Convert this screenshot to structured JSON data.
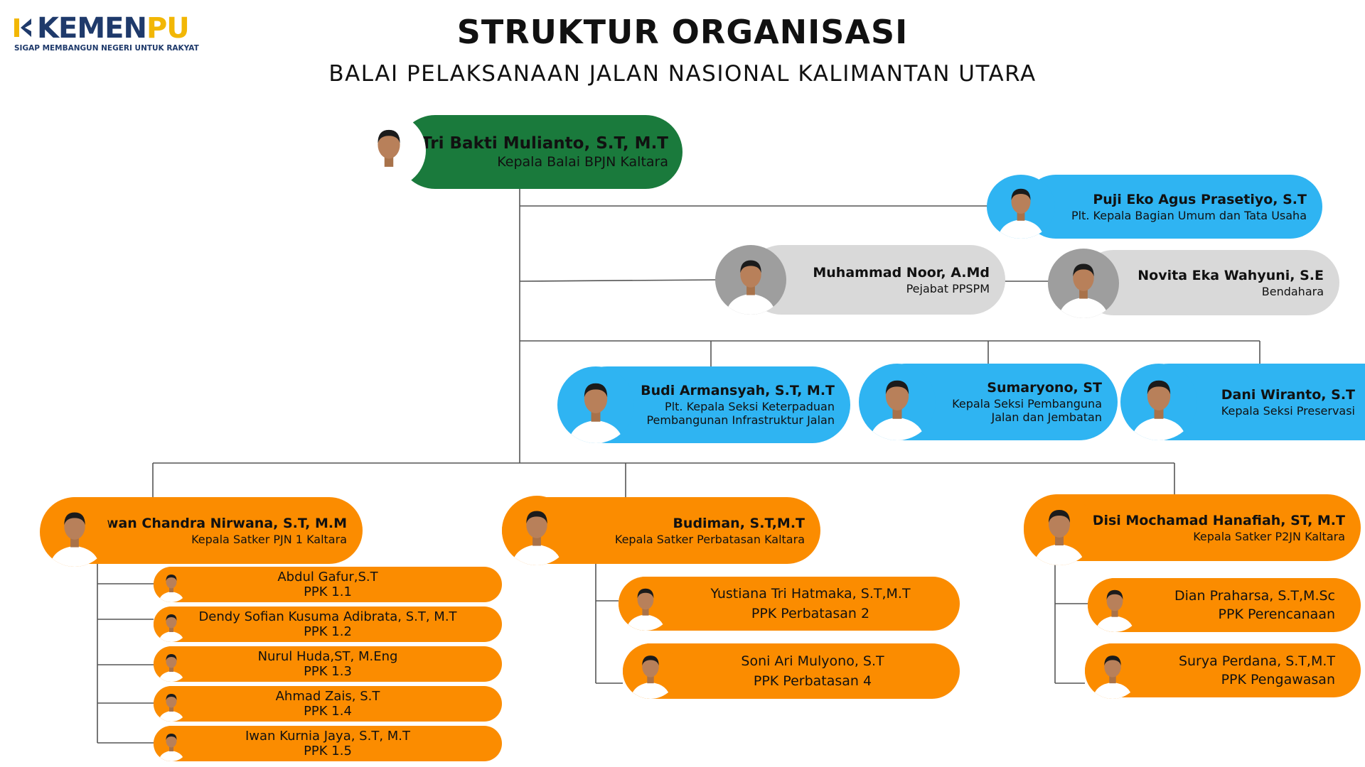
{
  "logo": {
    "brand": "KEMENPU",
    "tagline": "SIGAP MEMBANGUN NEGERI UNTUK RAKYAT"
  },
  "title": "STRUKTUR ORGANISASI",
  "subtitle": "BALAI PELAKSANAAN JALAN NASIONAL KALIMANTAN UTARA",
  "colors": {
    "green": "#1a7a3c",
    "blue": "#2fb4f2",
    "gray": "#d9d9d9",
    "orange": "#fb8c00",
    "line": "#555555",
    "logo_blue": "#1f3a6b",
    "logo_yellow": "#f2b705"
  },
  "head": {
    "name": "Tri Bakti Mulianto, S.T, M.T",
    "role": "Kepala Balai BPJN Kaltara"
  },
  "umum": {
    "name": "Puji Eko Agus Prasetiyo, S.T",
    "role": "Plt. Kepala Bagian Umum dan Tata Usaha"
  },
  "ppspm": {
    "name": "Muhammad Noor, A.Md",
    "role": "Pejabat PPSPM"
  },
  "bendahara": {
    "name": "Novita Eka Wahyuni, S.E",
    "role": "Bendahara"
  },
  "seksi": [
    {
      "name": "Budi Armansyah, S.T, M.T",
      "role1": "Plt. Kepala Seksi Keterpaduan",
      "role2": "Pembangunan Infrastruktur Jalan"
    },
    {
      "name": "Sumaryono, ST",
      "role1": "Kepala Seksi Pembanguna",
      "role2": "Jalan dan Jembatan"
    },
    {
      "name": "Dani Wiranto, S.T",
      "role1": "Kepala Seksi Preservasi",
      "role2": ""
    }
  ],
  "satker": [
    {
      "name": "Irwan Chandra Nirwana, S.T, M.M",
      "role": "Kepala Satker PJN 1 Kaltara"
    },
    {
      "name": "Budiman, S.T,M.T",
      "role": "Kepala Satker Perbatasan Kaltara"
    },
    {
      "name": "Disi Mochamad Hanafiah, ST, M.T",
      "role": "Kepala Satker P2JN Kaltara"
    }
  ],
  "ppk_pjn1": [
    {
      "name": "Abdul Gafur,S.T",
      "role": "PPK 1.1"
    },
    {
      "name": "Dendy Sofian Kusuma Adibrata, S.T, M.T",
      "role": "PPK 1.2"
    },
    {
      "name": "Nurul Huda,ST, M.Eng",
      "role": "PPK 1.3"
    },
    {
      "name": "Ahmad Zais, S.T",
      "role": "PPK 1.4"
    },
    {
      "name": "Iwan Kurnia Jaya, S.T, M.T",
      "role": "PPK 1.5"
    }
  ],
  "ppk_perbatasan": [
    {
      "name": "Yustiana Tri Hatmaka, S.T,M.T",
      "role": "PPK Perbatasan 2"
    },
    {
      "name": "Soni Ari Mulyono, S.T",
      "role": "PPK Perbatasan 4"
    }
  ],
  "ppk_p2jn": [
    {
      "name": "Dian Praharsa, S.T,M.Sc",
      "role": "PPK Perencanaan"
    },
    {
      "name": "Surya Perdana, S.T,M.T",
      "role": "PPK Pengawasan"
    }
  ]
}
